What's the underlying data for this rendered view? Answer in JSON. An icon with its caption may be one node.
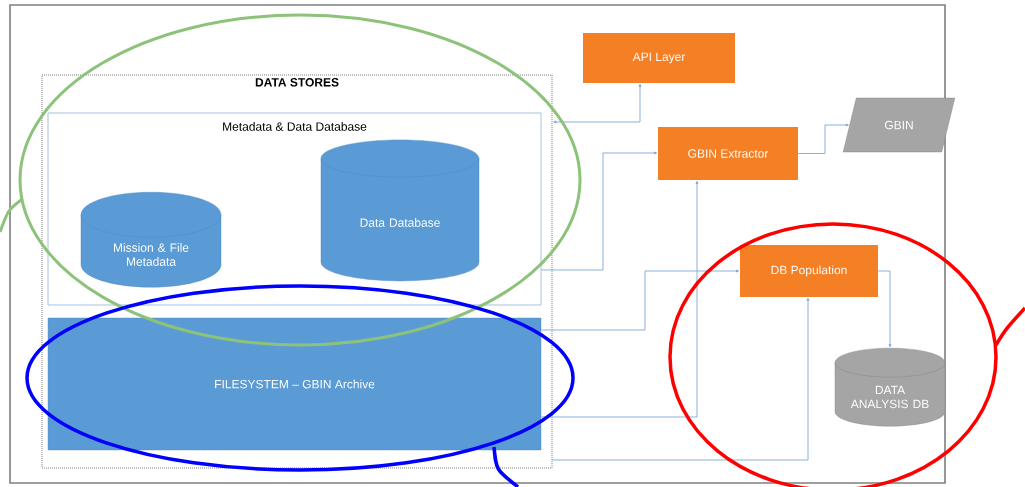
{
  "diagram": {
    "nodes": [
      {
        "text": [
          "DATA STORES"
        ]
      },
      {
        "text": [
          "Metadata & Data Database"
        ],
        "in": 0
      },
      {
        "text": [
          "Mission & File Metadata"
        ],
        "in": 1
      },
      {
        "text": [
          "Data Database"
        ],
        "in": 1
      },
      {
        "text": [
          "FILESYSTEM – GBIN Archive"
        ],
        "in": 0
      },
      {
        "text": [
          "API Layer"
        ]
      },
      {
        "text": [
          "GBIN Extractor"
        ]
      },
      {
        "text": [
          "GBIN"
        ]
      },
      {
        "text": [
          "DB Population"
        ]
      },
      {
        "text": [
          "DATA ANALYSIS DB"
        ]
      }
    ],
    "edges": [
      {
        "from": 5,
        "to": 0,
        "arrow": "both"
      },
      {
        "from": 1,
        "to": 6,
        "arrow": "to"
      },
      {
        "from": 6,
        "to": 7,
        "arrow": "to"
      },
      {
        "from": 4,
        "to": 8,
        "arrow": "to"
      },
      {
        "from": 4,
        "to": 6,
        "arrow": "to"
      },
      {
        "from": 0,
        "to": 8,
        "arrow": "to"
      },
      {
        "from": 8,
        "to": 9,
        "arrow": "to"
      }
    ]
  }
}
